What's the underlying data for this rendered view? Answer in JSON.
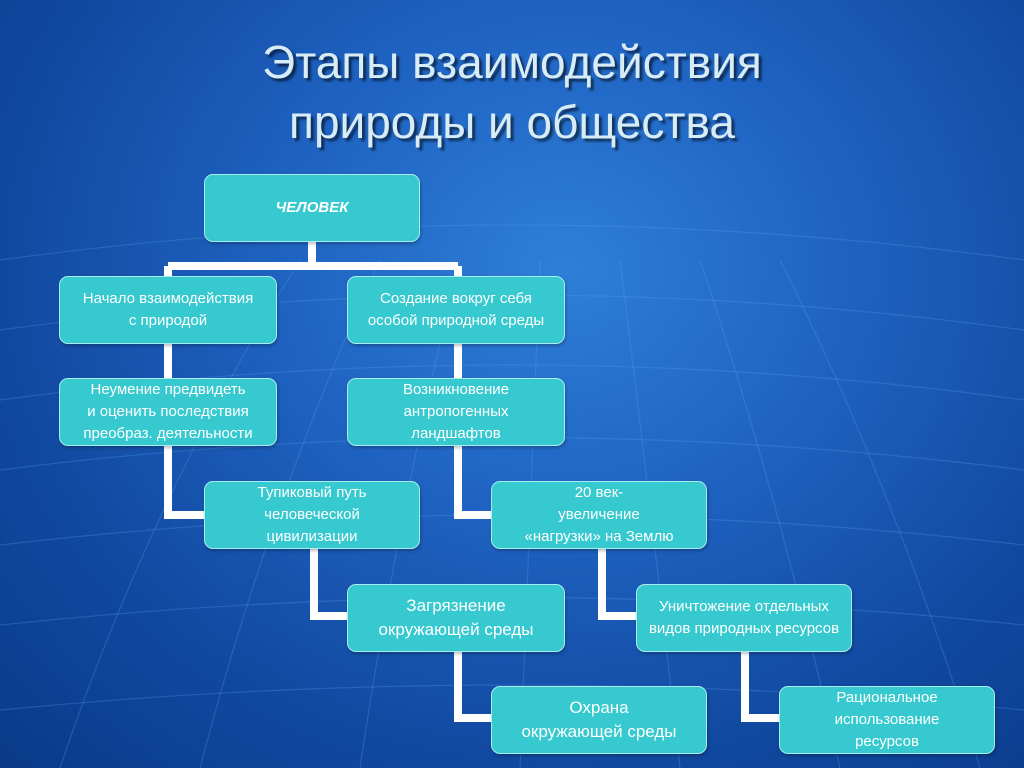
{
  "title": {
    "line1": "Этапы взаимодействия",
    "line2": "природы и общества"
  },
  "nodes": {
    "root": "ЧЕЛОВЕК",
    "left1": "Начало взаимодействия\nс природой",
    "right1": "Создание вокруг себя\nособой природной среды",
    "left2": "Неумение предвидеть\nи оценить последствия\nпреобраз. деятельности",
    "right2": "Возникновение\nантропогенных\nландшафтов",
    "left3": "Тупиковый путь\nчеловеческой\nцивилизации",
    "right3": "20 век-\nувеличение\n«нагрузки» на Землю",
    "left4": "Загрязнение\nокружающей среды",
    "right4": "Уничтожение отдельных\nвидов природных ресурсов",
    "left5": "Охрана\nокружающей среды",
    "right5": "Рациональное\nиспользование\nресурсов"
  },
  "colors": {
    "background": "#1a5cc0",
    "node_fill": "#36c9cf",
    "connector": "#ffffff",
    "title_text": "#d8ecf6"
  }
}
